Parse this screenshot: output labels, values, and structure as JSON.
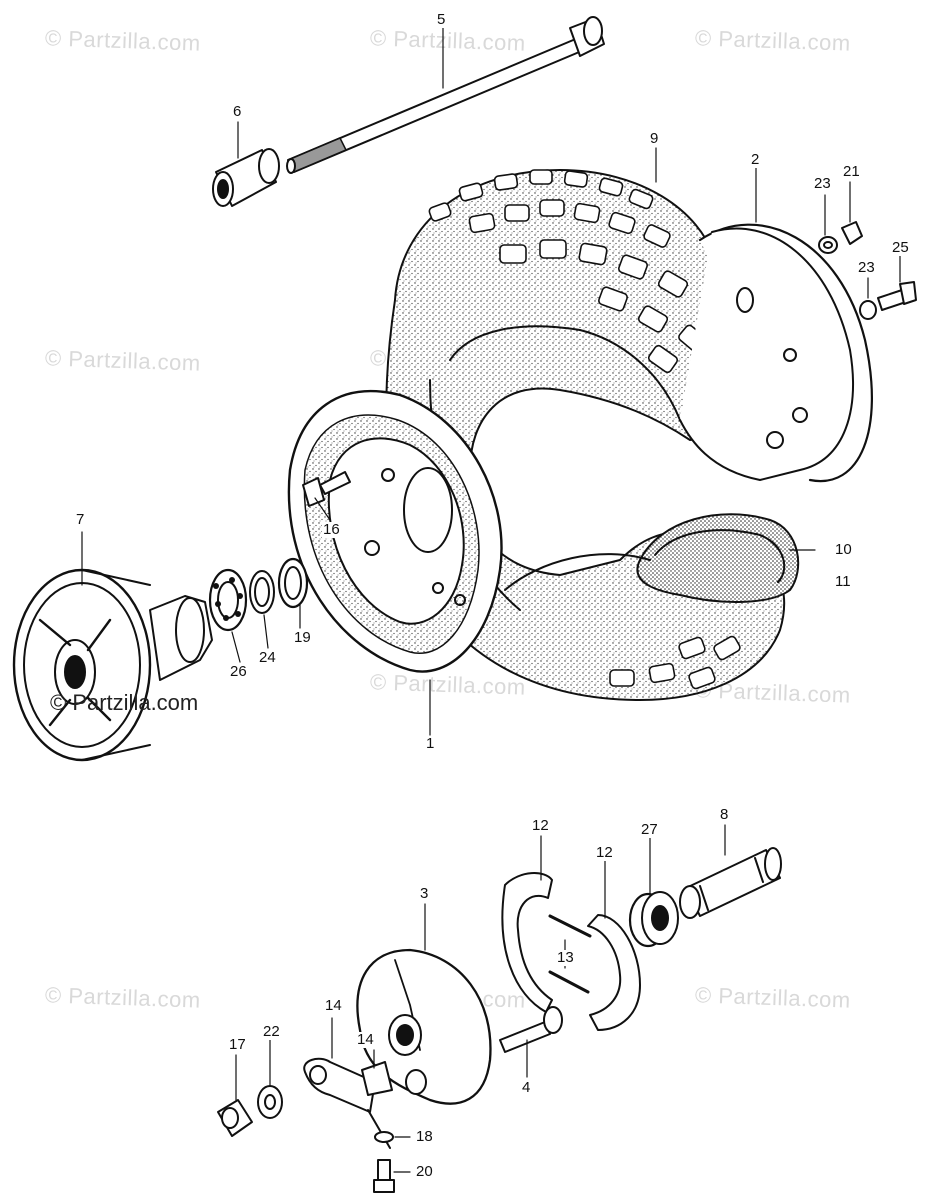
{
  "watermark": {
    "text": "© Partzilla.com"
  },
  "callouts": {
    "c1": "1",
    "c2": "2",
    "c3": "3",
    "c4": "4",
    "c5": "5",
    "c6": "6",
    "c7": "7",
    "c8": "8",
    "c9": "9",
    "c10": "10",
    "c11": "11",
    "c12a": "12",
    "c12b": "12",
    "c13": "13",
    "c14a": "14",
    "c14b": "14",
    "c16": "16",
    "c17": "17",
    "c18": "18",
    "c19": "19",
    "c20": "20",
    "c21": "21",
    "c22": "22",
    "c23a": "23",
    "c23b": "23",
    "c24": "24",
    "c25": "25",
    "c26": "26",
    "c27": "27"
  }
}
